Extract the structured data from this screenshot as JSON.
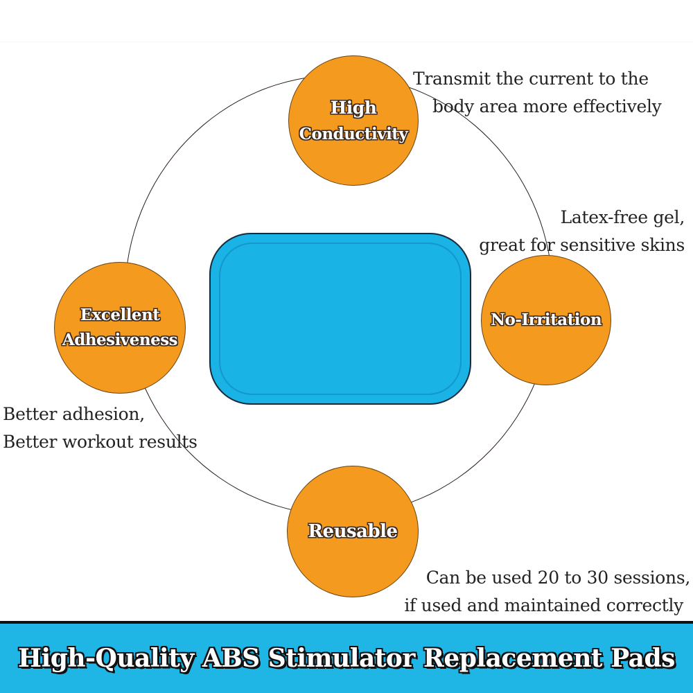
{
  "colors": {
    "feature_circle": "#f39a1f",
    "pad": "#19b3e6",
    "banner": "#1fb6e6",
    "text": "#222222"
  },
  "features": [
    {
      "label_lines": [
        "High",
        "Conductivity"
      ],
      "description_lines": [
        "Transmit the current to the",
        "body area more effectively"
      ]
    },
    {
      "label_lines": [
        "No-Irritation"
      ],
      "description_lines": [
        "Latex-free gel,",
        "great for sensitive skins"
      ]
    },
    {
      "label_lines": [
        "Reusable"
      ],
      "description_lines": [
        "Can be used 20 to 30 sessions,",
        "if used and maintained correctly"
      ]
    },
    {
      "label_lines": [
        "Excellent",
        "Adhesiveness"
      ],
      "description_lines": [
        "Better adhesion,",
        "Better workout results"
      ]
    }
  ],
  "center_image": "blue-gel-pad",
  "banner": {
    "title": "High-Quality ABS Stimulator Replacement Pads"
  }
}
